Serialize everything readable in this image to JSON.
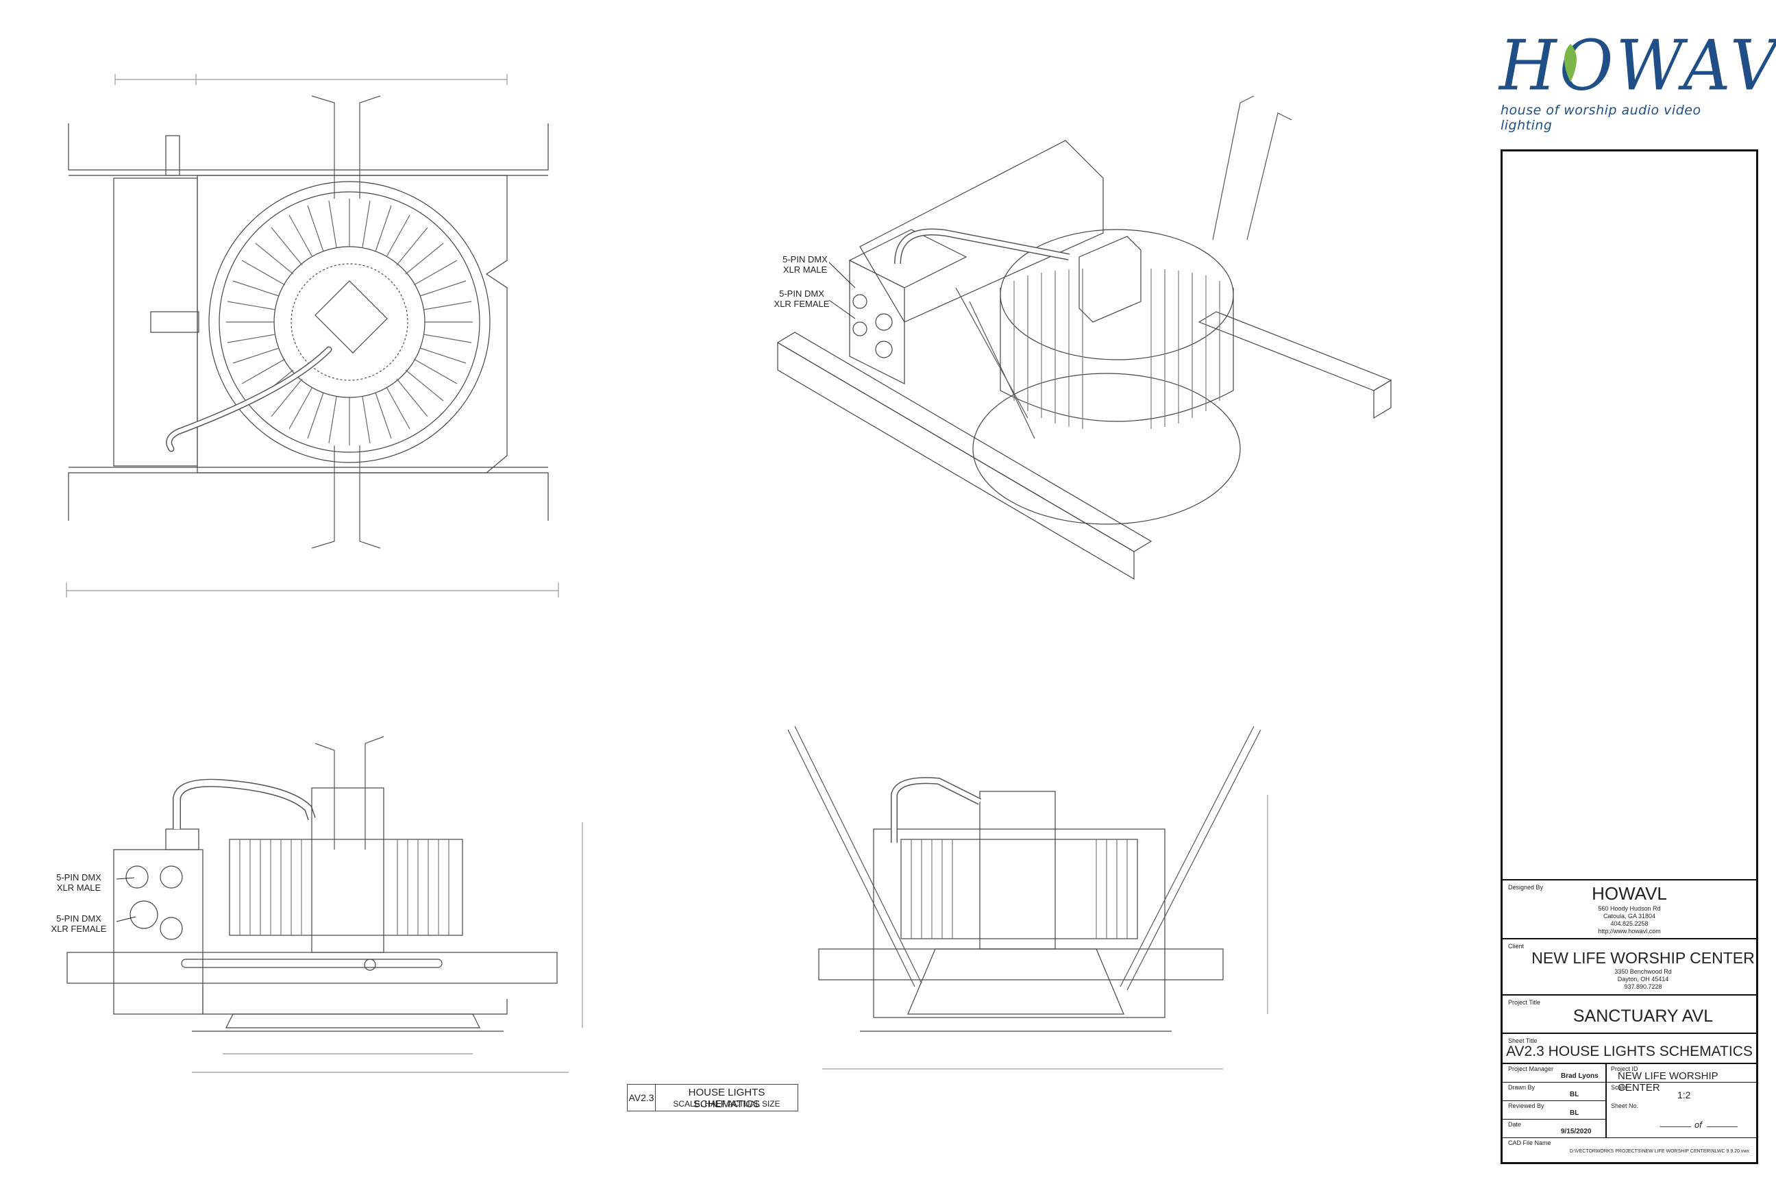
{
  "labels": {
    "iso_male": [
      "5-PIN DMX",
      "XLR MALE"
    ],
    "iso_female": [
      "5-PIN DMX",
      "XLR FEMALE"
    ],
    "side_male": [
      "5-PIN DMX",
      "XLR MALE"
    ],
    "side_female": [
      "5-PIN DMX",
      "XLR FEMALE"
    ]
  },
  "sheet_tag": {
    "number": "AV2.3",
    "title": "HOUSE LIGHTS SCHEMATICS",
    "scale": "SCALE: HALF ACTUAL SIZE"
  },
  "logo": {
    "name": "HOWAVL",
    "tagline": "house of worship audio video lighting",
    "colors": {
      "blue": "#1f4f86",
      "green": "#7ab648"
    }
  },
  "title_block": {
    "designed_by_caption": "Designed By",
    "designer": "HOWAVL",
    "designer_address": [
      "560 Hoody Hudson Rd",
      "Catoula, GA 31804",
      "404.825.2258",
      "http://www.howavl.com"
    ],
    "client_caption": "Client",
    "client": "NEW LIFE WORSHIP CENTER",
    "client_address": [
      "3350 Benchwood Rd",
      "Dayton, OH 45414",
      "937.890.7228"
    ],
    "project_title_caption": "Project Title",
    "project_title": "SANCTUARY AVL",
    "sheet_title_caption": "Sheet Title",
    "sheet_title": "AV2.3  HOUSE LIGHTS SCHEMATICS",
    "project_manager_caption": "Project Manager",
    "project_manager": "Brad Lyons",
    "project_id_caption": "Project ID",
    "project_id": "NEW LIFE WORSHIP CENTER",
    "drawn_by_caption": "Drawn By",
    "drawn_by": "BL",
    "scale_caption": "Scale",
    "scale": "1:2",
    "reviewed_by_caption": "Reviewed By",
    "reviewed_by": "BL",
    "sheet_no_caption": "Sheet No.",
    "sheet_no_of": "of",
    "date_caption": "Date",
    "date": "9/15/2020",
    "cad_caption": "CAD File Name",
    "cad_file": "D:\\VECTORWORKS PROJECTS\\NEW LIFE WORSHIP CENTER\\NLWC 9.9.20.vwx"
  }
}
